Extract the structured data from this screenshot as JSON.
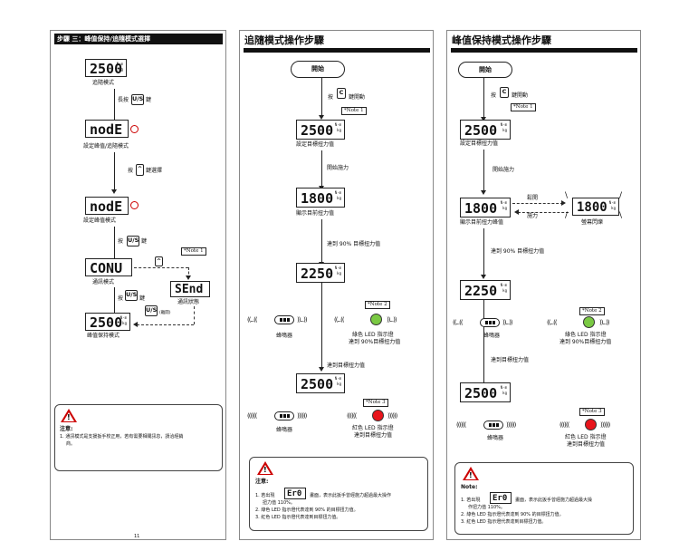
{
  "panel1": {
    "title": "步驟 三：峰值保持/追隨模式選擇",
    "lcd1": "2500",
    "lbl1": "追隨模式",
    "step1_pre": "長按",
    "step1_key": "U/S",
    "step1_post": "鍵",
    "lcd2": "nodE",
    "lbl2": "設定峰值/追隨模式",
    "step2_pre": "按",
    "step2_key": "^",
    "step2_post": "鍵選擇",
    "lcd3": "nodE",
    "lbl3": "設定峰值模式",
    "step3_pre": "按",
    "step3_key": "U/S",
    "step3_post": "鍵",
    "note1": "*Note 1",
    "lcd4": "CONU",
    "lbl4": "通訊模式",
    "key_up": "^",
    "lcd5": "SEnd",
    "lbl5": "通訊狀態",
    "step4_pre": "按",
    "step4_key": "U/S",
    "step4_post": "鍵",
    "step5_key": "U/S",
    "step5_post": "(離開)",
    "lcd6": "2500",
    "lbl6": "峰值保持模式",
    "warn_title": "注意:",
    "warn_line1": "1. 通訊模式是支援扳手校正用，若有需要相關訊息，請洽經銷",
    "warn_line2": "商。",
    "page": "11"
  },
  "panel2": {
    "title": "追隨模式操作步驟",
    "start": "開始",
    "press_pre": "按",
    "press_key": "C",
    "press_post": "鍵開動",
    "note1": "*Note 1",
    "lcd1": "2500",
    "lbl1": "設定目標扭力值",
    "step_apply": "開始施力",
    "lcd2": "1800",
    "lbl2": "顯示目前扭力值",
    "step_90": "達到 90% 目標扭力值",
    "lcd3": "2250",
    "note2": "*Note 2",
    "buzz1_lbl": "蜂鳴器",
    "green_lbl1": "綠色 LED 指示燈",
    "green_lbl2": "達到 90%目標扭力值",
    "step_target": "達到目標扭力值",
    "lcd4": "2500",
    "note3": "*Note 3",
    "buzz2_lbl": "蜂鳴器",
    "red_lbl1": "紅色 LED 指示燈",
    "red_lbl2": "達到目標扭力值",
    "warn_title": "注意:",
    "warn1_pre": "1. 若出現",
    "warn1_lcd": "Er0",
    "warn1_post": "畫面，表示此扳手曾經施力超過最大操作",
    "warn1_cont": "扭力值 110%。",
    "warn2": "2. 綠色 LED 指示燈代表達到 90% 的目標扭力值。",
    "warn3": "3. 紅色 LED 指示燈代表達到目標扭力值。"
  },
  "panel3": {
    "title": "峰值保持模式操作步驟",
    "start": "開始",
    "press_pre": "按",
    "press_key": "C",
    "press_post": "鍵開動",
    "note1": "*Note 1",
    "lcd1": "2500",
    "lbl1": "設定目標扭力值",
    "step_apply": "開始施力",
    "lcd2": "1800",
    "lbl2": "顯示目前扭力峰值",
    "release": "鬆開",
    "apply": "施力",
    "lcd2b": "1800",
    "flash_lbl": "螢幕閃爍",
    "step_90": "達到 90% 目標扭力值",
    "lcd3": "2250",
    "note2": "*Note 2",
    "buzz1_lbl": "蜂鳴器",
    "green_lbl1": "綠色 LED 指示燈",
    "green_lbl2": "達到 90%目標扭力值",
    "step_target": "達到目標扭力值",
    "lcd4": "2500",
    "note3": "*Note 3",
    "buzz2_lbl": "蜂鳴器",
    "red_lbl1": "紅色 LED 指示燈",
    "red_lbl2": "達到目標扭力值",
    "warn_title": "Note:",
    "warn1_pre": "1. 若出現",
    "warn1_lcd": "Er0",
    "warn1_post": "畫面，表示此扳手曾經施力超過最大操",
    "warn1_cont": "作扭力值 110%。",
    "warn2": "2. 綠色 LED 指示燈代表達到 90% 的目標扭力值。",
    "warn3": "3. 紅色 LED 指示燈代表達到目標扭力值。"
  },
  "units": {
    "a": "N·m",
    "b": "kg"
  },
  "waves": {
    "left": "((...((",
    "right": "))...))",
    "left_red": "((((((",
    "right_red": "))))))"
  },
  "colors": {
    "green_led": "#7ac943",
    "red_led": "#e8141b",
    "warn_red": "#cc0000"
  }
}
